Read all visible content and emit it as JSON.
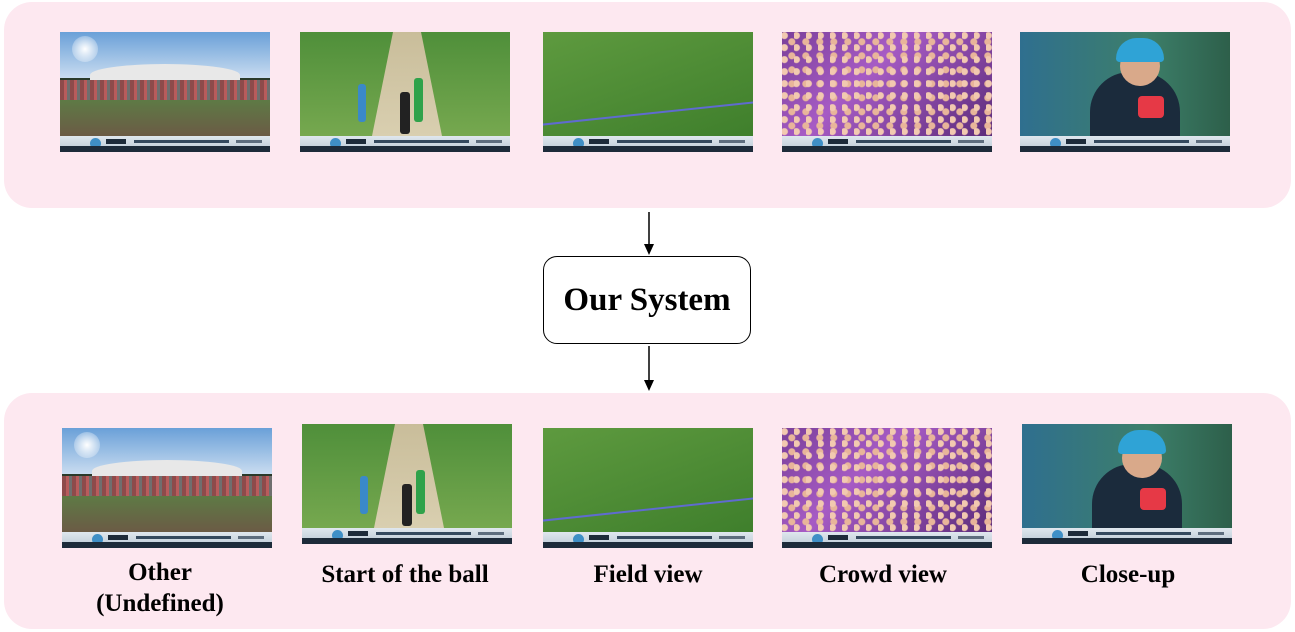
{
  "colors": {
    "panel_fill": "#fde8f0",
    "box_border": "#000000",
    "arrow": "#000000"
  },
  "system": {
    "label": "Our System"
  },
  "input_frames": [
    {
      "scene": "stadium-wide-shot"
    },
    {
      "scene": "bowler-delivery"
    },
    {
      "scene": "field-boundary"
    },
    {
      "scene": "crowd"
    },
    {
      "scene": "player-close-up"
    }
  ],
  "output_frames": [
    {
      "scene": "stadium-wide-shot",
      "label": "Other\n(Undefined)"
    },
    {
      "scene": "bowler-delivery",
      "label": "Start of the ball"
    },
    {
      "scene": "field-boundary",
      "label": "Field view"
    },
    {
      "scene": "crowd",
      "label": "Crowd view"
    },
    {
      "scene": "player-close-up",
      "label": "Close-up"
    }
  ]
}
